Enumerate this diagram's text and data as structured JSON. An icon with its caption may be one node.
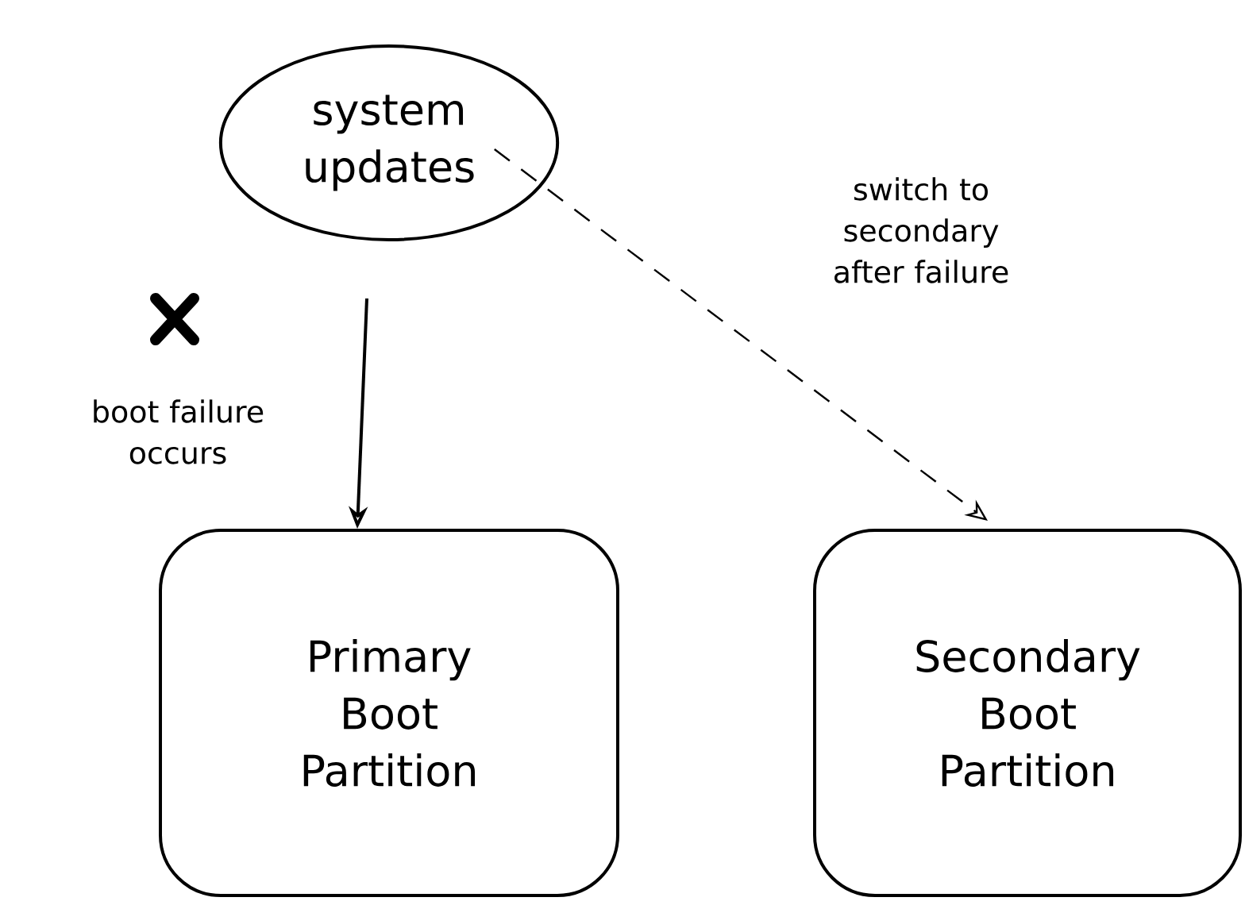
{
  "diagram": {
    "nodes": [
      {
        "text": [
          "system updates"
        ]
      },
      {
        "text": [
          "Primary Boot Partition"
        ]
      },
      {
        "text": [
          "Secondary Boot Partition"
        ]
      }
    ],
    "edges": [
      {
        "from": 0,
        "to": 1,
        "arrow": "to",
        "label": "boot failure occurs"
      },
      {
        "from": 0,
        "to": 2,
        "arrow": "to",
        "label": "switch to secondary after failure",
        "style": "dashed"
      }
    ]
  }
}
